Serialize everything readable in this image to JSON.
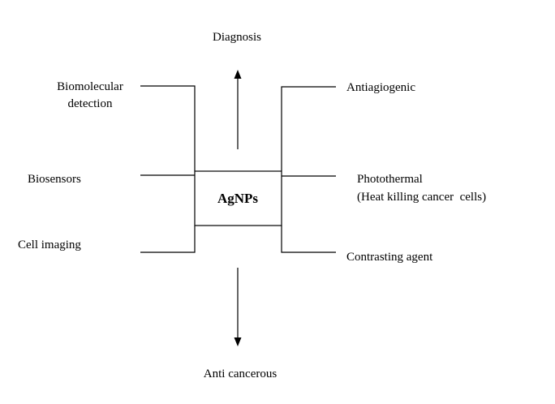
{
  "center": {
    "label": "AgNPs"
  },
  "top": {
    "label": "Diagnosis"
  },
  "bottom": {
    "label": "Anti cancerous"
  },
  "left": {
    "biomolecular_line1": "Biomolecular",
    "biomolecular_line2": "detection",
    "biosensors": "Biosensors",
    "cell_imaging": "Cell imaging"
  },
  "right": {
    "antiangiogenic": "Antiagiogenic",
    "photothermal_line1": "Photothermal",
    "photothermal_line2": "(Heat killing cancer  cells)",
    "contrasting": "Contrasting agent"
  }
}
